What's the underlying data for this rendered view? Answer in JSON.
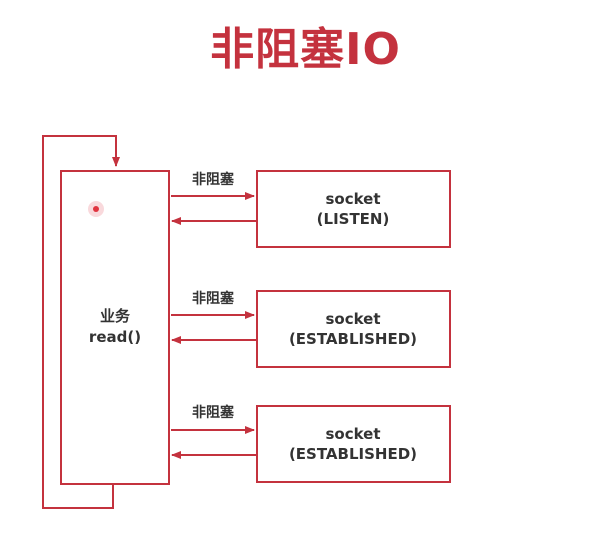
{
  "title": "非阻塞IO",
  "colors": {
    "accent": "#c4323e",
    "box_border": "#c4323e",
    "text": "#333333",
    "cursor": "#e0343f"
  },
  "business_box": {
    "line1": "业务",
    "line2": "read()"
  },
  "arrow_label": "非阻塞",
  "sockets": [
    {
      "line1": "socket",
      "line2": "(LISTEN)"
    },
    {
      "line1": "socket",
      "line2": "(ESTABLISHED)"
    },
    {
      "line1": "socket",
      "line2": "(ESTABLISHED)"
    }
  ]
}
